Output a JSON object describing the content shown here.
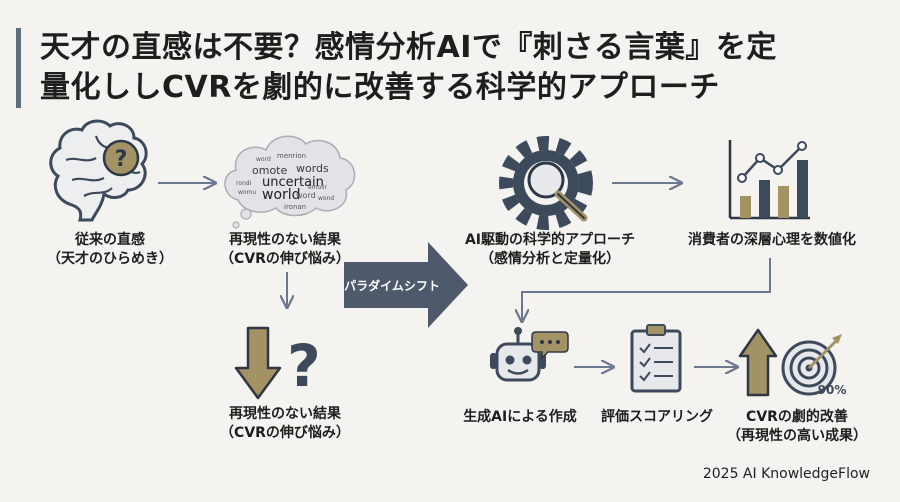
{
  "title": {
    "line1": "天才の直感は不要？感情分析AIで『刺さる言葉』を定",
    "line2": "量化ししCVRを劇的に改善する科学的アプローチ"
  },
  "nodes": {
    "intuition": {
      "line1": "従来の直感",
      "line2": "（天才のひらめき）"
    },
    "result_top": {
      "line1": "再現性のない結果",
      "line2": "（CVRの伸び悩み）"
    },
    "result_bottom": {
      "line1": "再現性のない結果",
      "line2": "（CVRの伸び悩み）"
    },
    "ai_approach": {
      "line1": "AI駆動の科学的アプローチ",
      "line2": "（感情分析と定量化）"
    },
    "quantify": {
      "line1": "消費者の深層心理を数値化"
    },
    "generate": {
      "line1": "生成AIによる作成"
    },
    "scoring": {
      "line1": "評価スコアリング"
    },
    "improve": {
      "line1": "CVRの劇的改善",
      "line2": "（再現性の高い成果）"
    }
  },
  "word_cloud": [
    "word",
    "menrion",
    "omote",
    "words",
    "uncertain",
    "world",
    "word",
    "emoiir",
    "rondi",
    "womu",
    "wond",
    "ironan"
  ],
  "paradigm_shift_label": "パラダイムシフト",
  "target_percent": "90%",
  "footer": "2025 AI KnowledgeFlow",
  "colors": {
    "accent": "#a39263",
    "slate": "#5f6d80",
    "gear": "#3d4a5c"
  }
}
